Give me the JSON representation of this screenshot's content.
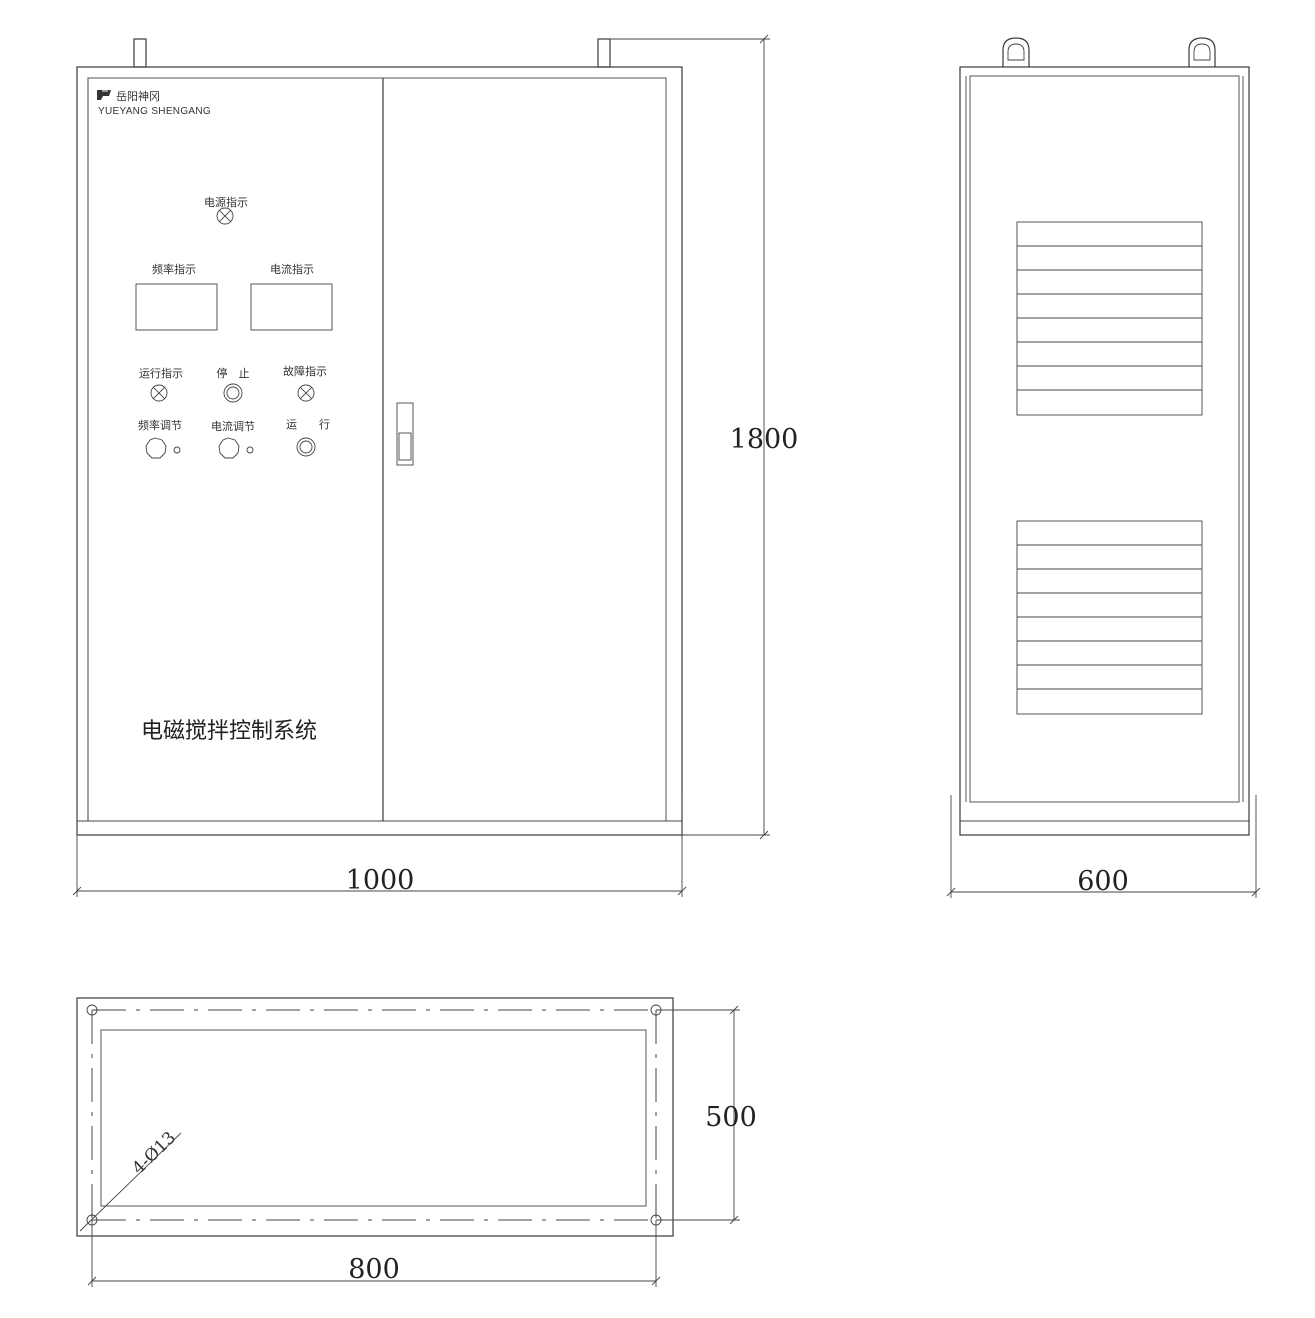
{
  "front_view": {
    "brand_cn": "岳阳神冈",
    "brand_en": "YUEYANG SHENGANG",
    "power_indicator_label": "电源指示",
    "frequency_display_label": "频率指示",
    "current_display_label": "电流指示",
    "run_indicator_label": "运行指示",
    "stop_label": "停　止",
    "fault_indicator_label": "故障指示",
    "frequency_adjust_label": "频率调节",
    "current_adjust_label": "电流调节",
    "run_button_label": "运　　行",
    "system_title": "电磁搅拌控制系统",
    "width_dimension": "1000",
    "height_dimension": "1800"
  },
  "side_view": {
    "depth_dimension": "600"
  },
  "base_view": {
    "width_dimension": "800",
    "depth_dimension": "500",
    "hole_callout": "4-Ø13"
  }
}
